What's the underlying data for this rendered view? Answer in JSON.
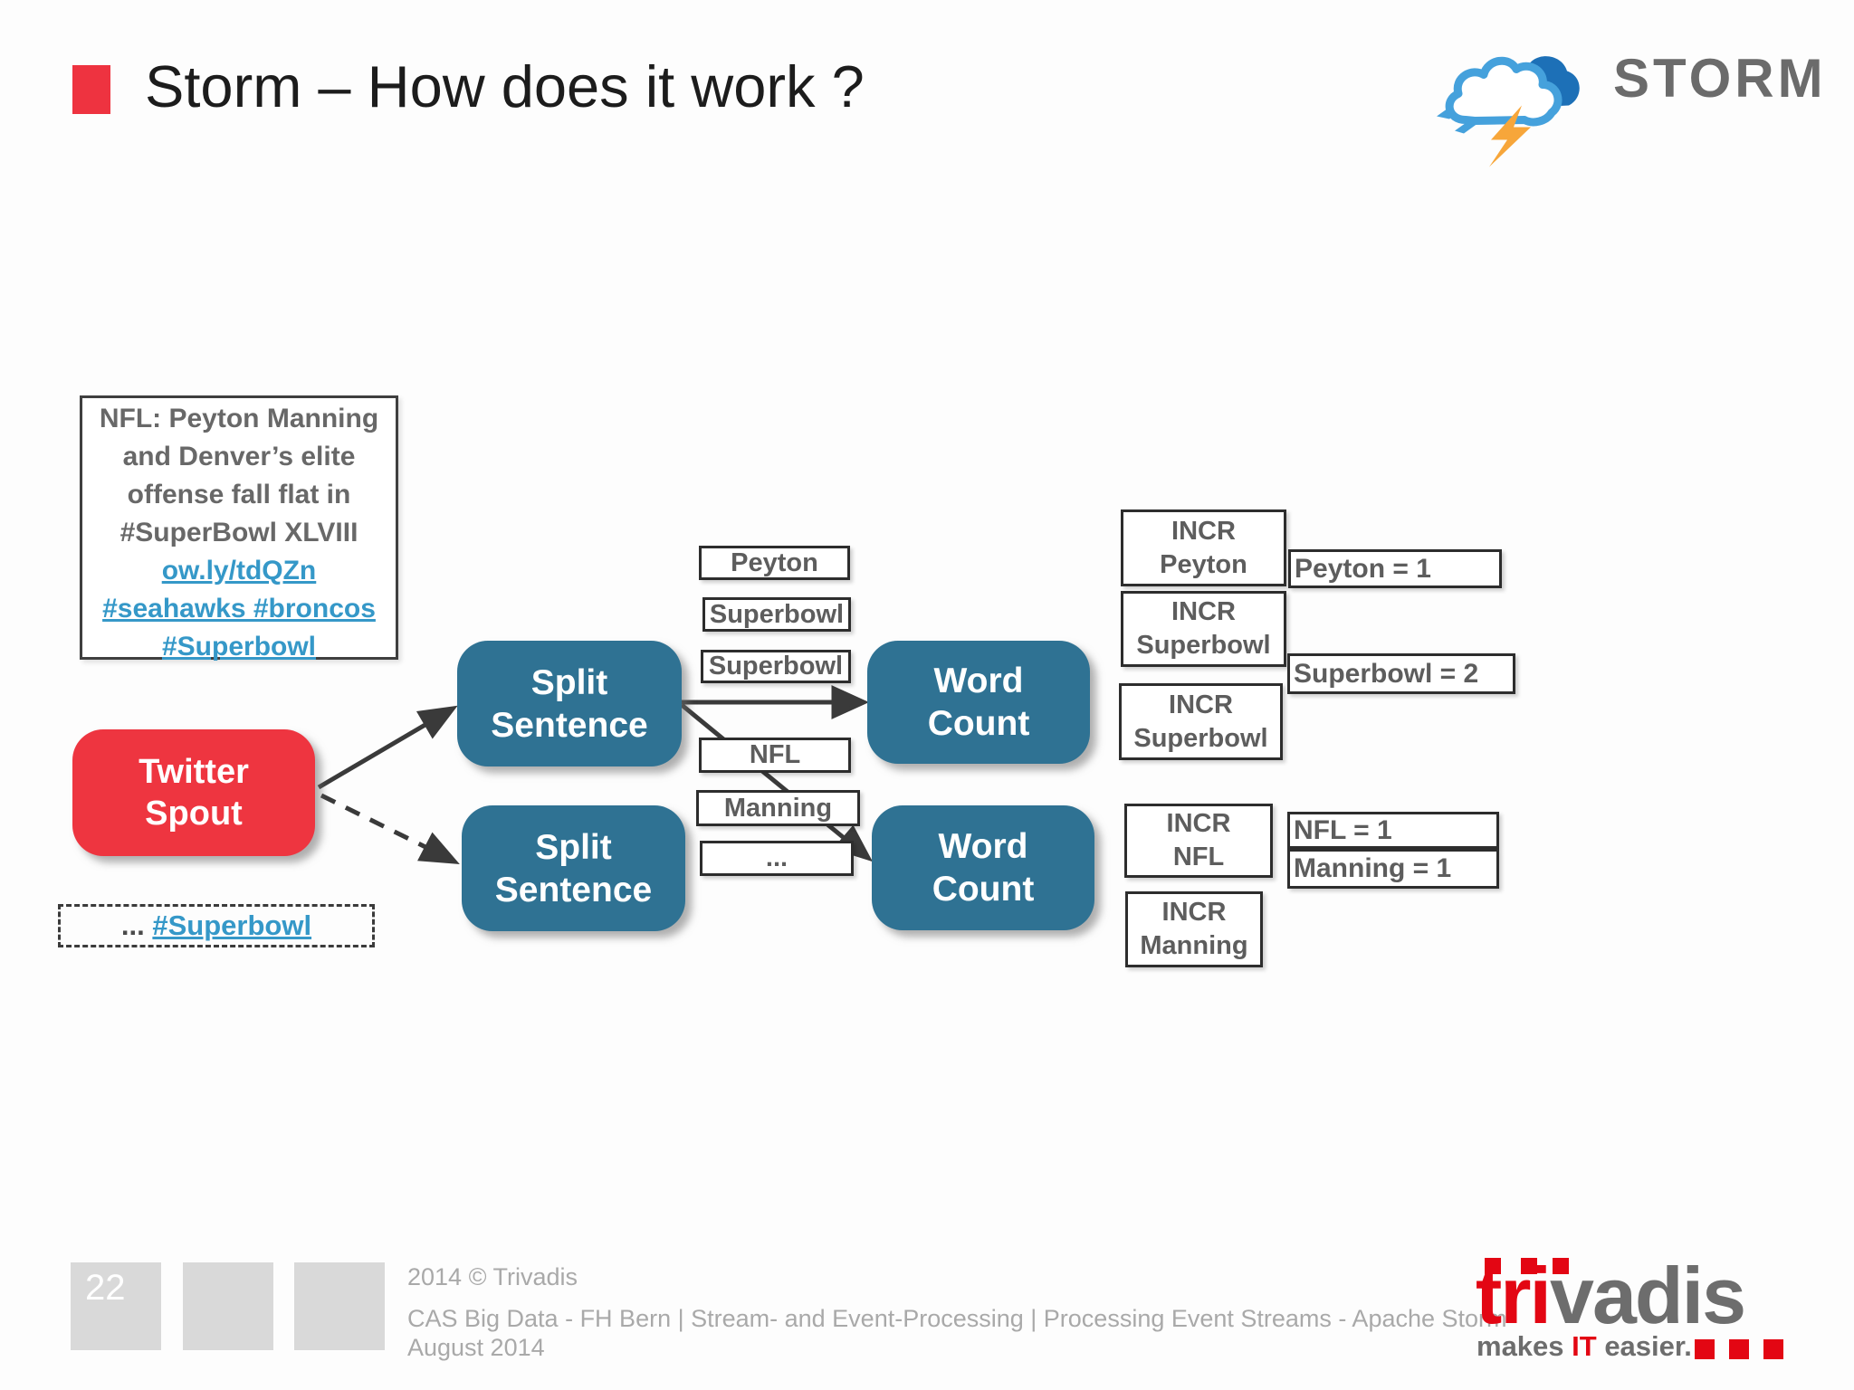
{
  "slide": {
    "title": "Storm – How does it work ?",
    "page_number": "22",
    "footer": {
      "copyright": "2014 © Trivadis",
      "course": "CAS Big Data - FH Bern | Stream- and Event-Processing | Processing Event Streams - Apache Storm",
      "date": "August 2014"
    }
  },
  "storm_logo": {
    "wordmark": "STORM"
  },
  "trivadis_logo": {
    "name_red": "tri",
    "name_gray": "vadis",
    "tagline_pre": "makes ",
    "tagline_it": "IT",
    "tagline_post": " easier."
  },
  "tweet": {
    "lines": [
      "NFL: Peyton Manning",
      "and Denver’s elite",
      "offense fall flat in",
      "#SuperBowl XLVIII",
      "ow.ly/tdQZn",
      "#seahawks #broncos",
      "#Superbowl"
    ]
  },
  "sample": {
    "ellipsis": "...",
    "hashtag": "#Superbowl"
  },
  "nodes": {
    "spout": {
      "line1": "Twitter",
      "line2": "Spout"
    },
    "split": {
      "line1": "Split",
      "line2": "Sentence"
    },
    "word_count": {
      "line1": "Word",
      "line2": "Count"
    }
  },
  "words": [
    "Peyton",
    "Superbowl",
    "Superbowl",
    "NFL",
    "Manning",
    "..."
  ],
  "incr": [
    {
      "op": "INCR",
      "arg": "Peyton"
    },
    {
      "op": "INCR",
      "arg": "Superbowl"
    },
    {
      "op": "INCR",
      "arg": "Superbowl"
    },
    {
      "op": "INCR",
      "arg": "NFL"
    },
    {
      "op": "INCR",
      "arg": "Manning"
    }
  ],
  "results": [
    "Peyton = 1",
    "Superbowl = 2",
    "NFL = 1",
    "Manning = 1"
  ],
  "colors": {
    "accent_red": "#ee3340",
    "node_teal": "#2f7293",
    "link_blue": "#3598c8",
    "storm_blue_light": "#45a1dc",
    "storm_blue_dark": "#1d70b7",
    "storm_orange": "#f7a63a",
    "trivadis_red": "#e30613",
    "box_text_gray": "#5d5d5d",
    "footer_gray": "#a9a9a9"
  }
}
